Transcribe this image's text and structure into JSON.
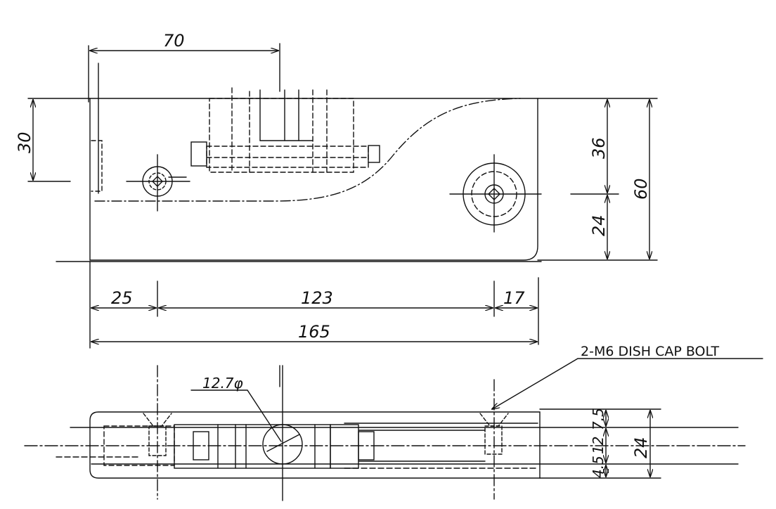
{
  "dimensions": {
    "top_width_70": "70",
    "left_30": "30",
    "right_36": "36",
    "right_24": "24",
    "right_60": "60",
    "bottom_25": "25",
    "bottom_123": "123",
    "bottom_17": "17",
    "bottom_165": "165",
    "side_7_5": "7.5",
    "side_12": "12",
    "side_4_5": "4.5",
    "side_24": "24"
  },
  "annotations": {
    "roller_diameter": "12.7φ",
    "bolt_note": "2-M6 DISH CAP BOLT"
  }
}
